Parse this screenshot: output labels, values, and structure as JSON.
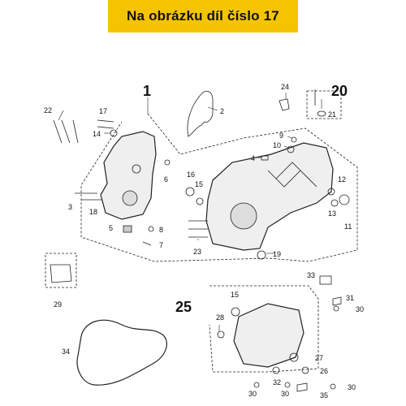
{
  "banner": {
    "text": "Na obrázku díl číslo 17",
    "color": "#f5c400"
  },
  "callouts": {
    "c1": "1",
    "c2": "2",
    "c3": "3",
    "c4": "4",
    "c5": "5",
    "c6": "6",
    "c7": "7",
    "c8": "8",
    "c9": "9",
    "c10": "10",
    "c11": "11",
    "c12": "12",
    "c13": "13",
    "c14": "14",
    "c15a": "15",
    "c15b": "15",
    "c16": "16",
    "c17": "17",
    "c18": "18",
    "c19": "19",
    "c20": "20",
    "c21": "21",
    "c22": "22",
    "c23": "23",
    "c24": "24",
    "c25": "25",
    "c26": "26",
    "c27": "27",
    "c28": "28",
    "c29": "29",
    "c30a": "30",
    "c30b": "30",
    "c30c": "30",
    "c30d": "30",
    "c31": "31",
    "c32": "32",
    "c33": "33",
    "c34": "34",
    "c35": "35"
  }
}
